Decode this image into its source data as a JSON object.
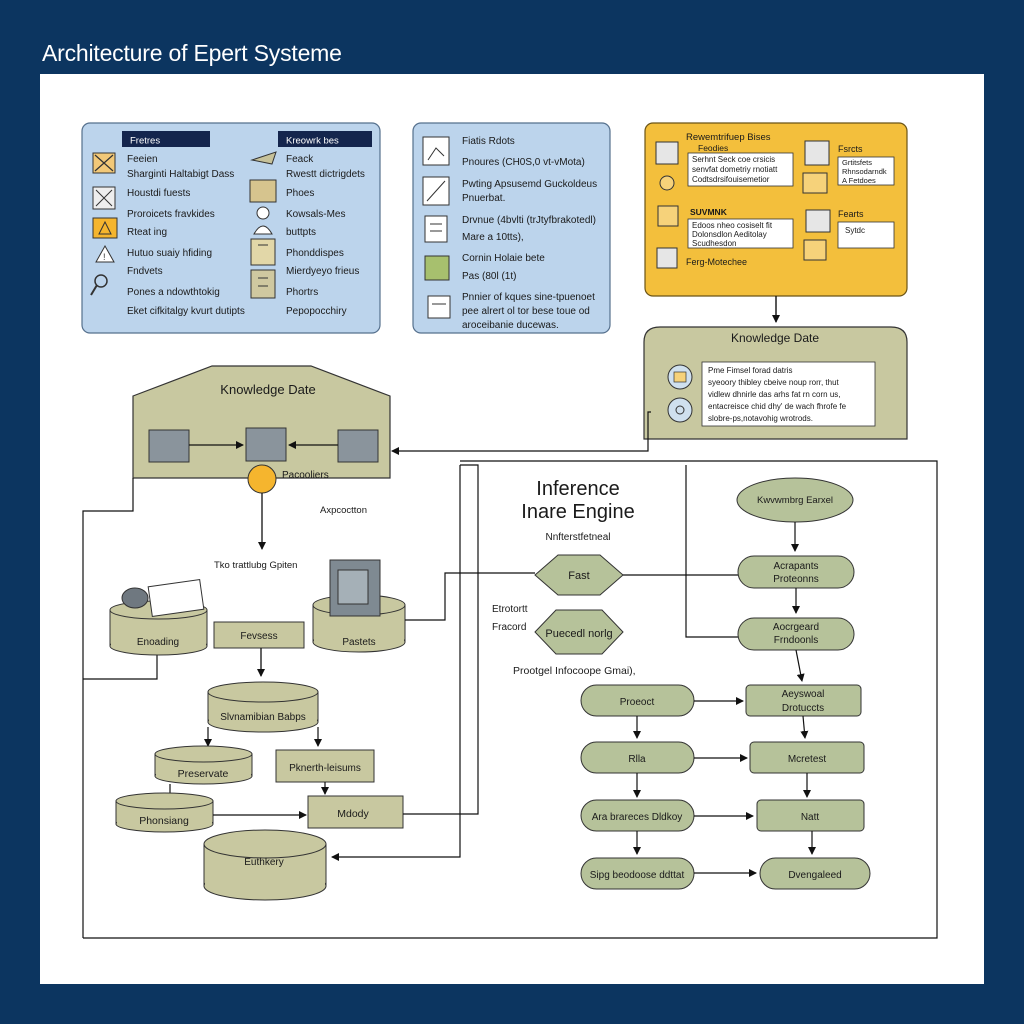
{
  "title": "Architecture of Epert Systeme",
  "colors": {
    "background": "#0c3560",
    "canvas": "#ffffff",
    "blue_panel": "#bcd4ec",
    "yellow_panel": "#f3bf3c",
    "olive": "#c8c8a0",
    "node_green": "#b6c29a",
    "accent_orange": "#f5b52e"
  },
  "panel_a": {
    "header_left": "Fretres",
    "header_right": "Kreowrk bes",
    "left_items": [
      "Feeien",
      "Sharginti Haltabigt Dass",
      "Houstdi fuests",
      "Proroicets fravkides",
      "Rteat ing",
      "Hutuo suaiy hfiding",
      "Fndvets",
      "Pones a ndowthtokig",
      "Eket cifkitalgy kvurt dutipts"
    ],
    "right_items": [
      "Feack",
      "Rwestt dictrigdets",
      "Phoes",
      "Kowsals-Mes",
      "buttpts",
      "Phonddispes",
      "Mierdyeyo frieus",
      "Phortrs",
      "Pepopocchiry"
    ]
  },
  "panel_b": {
    "items": [
      "Fiatis Rdots",
      "Pnoures (CH0S,0 vt-vMota)",
      "Pwting Apsusemd Guckoldeus",
      "Pnuerbat.",
      "Drvnue (4bvlti (trJtyfbrakotedl)",
      "Mare a 10tts),",
      "Cornin Holaie bete",
      "Pas (80l (1t)",
      "Pnnier of kques sine-tpuenoet",
      "pee alrert ol tor bese toue od",
      "aroceibanie ducewas."
    ]
  },
  "panel_c": {
    "title": "Rewemtrifuep Bises",
    "sub": "Feodies",
    "box1": [
      "Serhnt  Seck coe crsicis",
      "senvfat dometriy rnotiatt",
      "Codtsdrsifouisemetior"
    ],
    "label_facts": "Fsrcts",
    "facts_box": [
      "Grtitsfets",
      "Rhnsodarndk",
      "A Fetdoes"
    ],
    "label_suvmnk": "SUVMNK",
    "box2": [
      "Edoos nheo cosiselt fit",
      "Dolonsdlon Aeditolay",
      "Scudhesdon"
    ],
    "label_fearts": "Fearts",
    "fearts_box": "Sytdc",
    "bottom": "Ferg-Motechee"
  },
  "kb_left": {
    "title": "Knowledge Date",
    "node": "Pacooliers",
    "label_right": "Axpcoctton",
    "label_below": "Tko trattlubg Gpiten"
  },
  "kb_right": {
    "title": "Knowledge Date",
    "text": [
      "Pme Fimsel forad datris",
      "syeoory thibley cbeive noup rorr, thut",
      "vidlew dhnirle das arhs fat rn corn us,",
      "entacreisce chid dhy' de wach fhrofe fe",
      "slobre-ps,notavohig wrotrods."
    ]
  },
  "left_flow": {
    "cyl_left": "Enoading",
    "cyl_right": "Pastets",
    "box_fevsess": "Fevsess",
    "cyl_middle": "Slvnamibian Babps",
    "cyl_preservate": "Preservate",
    "box_pknerth": "Pknerth-leisums",
    "cyl_phonsiang": "Phonsiang",
    "box_mdody": "Mdody",
    "cyl_euthkery": "Euthkery"
  },
  "inference": {
    "title_line1": "Inference",
    "title_line2": "Inare Engine",
    "subtitle": "Nnfterstfetneal",
    "hex_fast": "Fast",
    "label_etrotort": "Etrotortt",
    "label_fracord": "Fracord",
    "hex_puecedl": "Puecedl norlg",
    "label_process": "Prootgel Infocoope Gmai),",
    "ellipse_top": "Kwvwmbrg Earxel",
    "node_acrapants": [
      "Acrapants",
      "Proteonns"
    ],
    "node_aocrgeard": [
      "Aocrgeard",
      "Frndoonls"
    ],
    "node_aeyswoal": [
      "Aeyswoal",
      "Drotuccts"
    ],
    "node_proeoct": "Proeoct",
    "node_mcretest": "Mcretest",
    "node_rlla": "Rlla",
    "node_natt": "Natt",
    "node_arubreces": "Ara brareces Dldkoy",
    "node_sipg": "Sipg beodoose ddttat",
    "node_dvengaleed": "Dvengaleed"
  }
}
